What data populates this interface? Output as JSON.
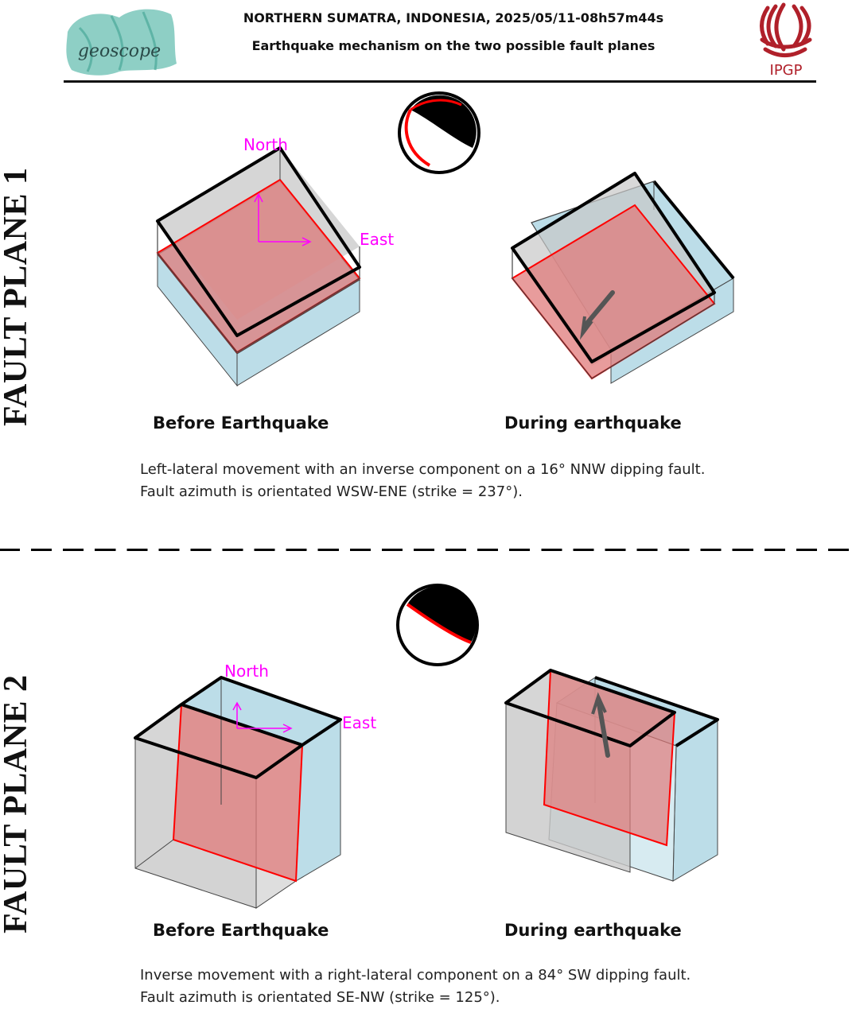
{
  "header": {
    "title": "NORTHERN SUMATRA, INDONESIA, 2025/05/11-08h57m44s",
    "subtitle": "Earthquake mechanism on the two possible fault planes",
    "left_logo_text": "geoscope",
    "right_logo_text": "IPGP"
  },
  "colors": {
    "fault_plane": "#e07b7b",
    "fault_edge": "#ff0000",
    "block_gray": "#c8c8c8",
    "block_blue": "#bcdde8",
    "axes_label": "#ff00ff",
    "ipgp_red": "#b0202a"
  },
  "sections": [
    {
      "side_label": "FAULT PLANE 1",
      "north_label": "North",
      "east_label": "East",
      "caption_before": "Before Earthquake",
      "caption_during": "During earthquake",
      "description_line1": "Left-lateral movement with an inverse component on a 16° NNW dipping fault.",
      "description_line2": "Fault azimuth is orientated WSW-ENE (strike = 237°)."
    },
    {
      "side_label": "FAULT PLANE 2",
      "north_label": "North",
      "east_label": "East",
      "caption_before": "Before Earthquake",
      "caption_during": "During earthquake",
      "description_line1": "Inverse movement with a right-lateral component on a 84° SW dipping fault.",
      "description_line2": "Fault azimuth is orientated SE-NW (strike = 125°)."
    }
  ]
}
